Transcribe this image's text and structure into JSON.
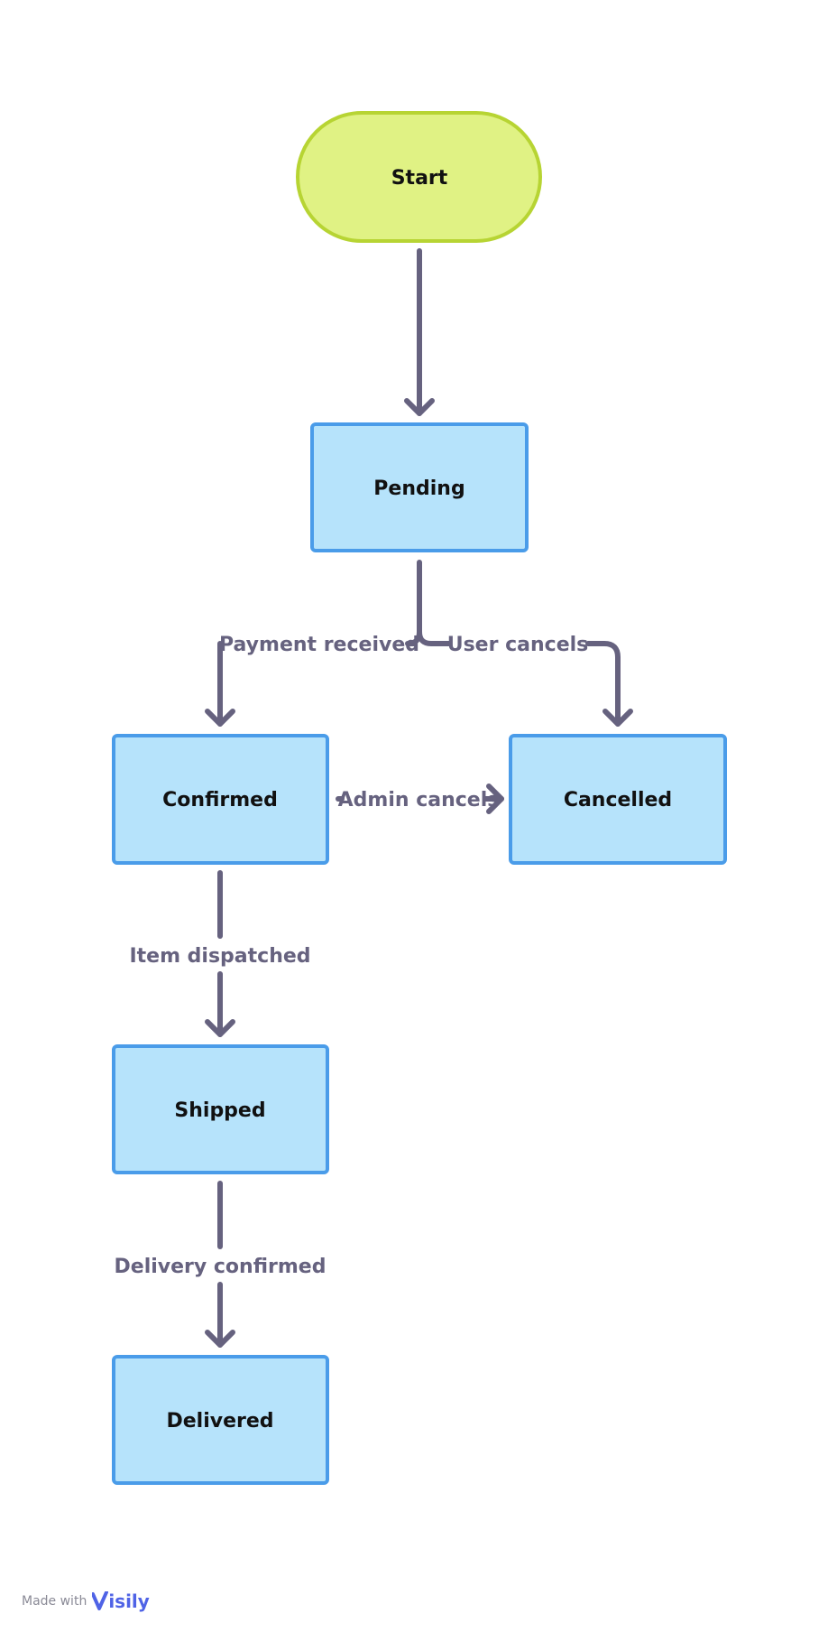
{
  "colors": {
    "start_fill": "#e0f284",
    "start_stroke": "#b7d433",
    "state_fill": "#b6e3fb",
    "state_stroke": "#4a9ce9",
    "edge": "#66627f",
    "brand": "#4f63e6"
  },
  "nodes": {
    "start": "Start",
    "pending": "Pending",
    "confirmed": "Confirmed",
    "cancelled": "Cancelled",
    "shipped": "Shipped",
    "delivered": "Delivered"
  },
  "edges": {
    "payment_received": "Payment received",
    "user_cancels": "User cancels",
    "admin_cancels": "Admin cancels",
    "item_dispatched": "Item dispatched",
    "delivery_confirmed": "Delivery confirmed"
  },
  "footer": {
    "made_with": "Made with",
    "brand": "isily"
  }
}
